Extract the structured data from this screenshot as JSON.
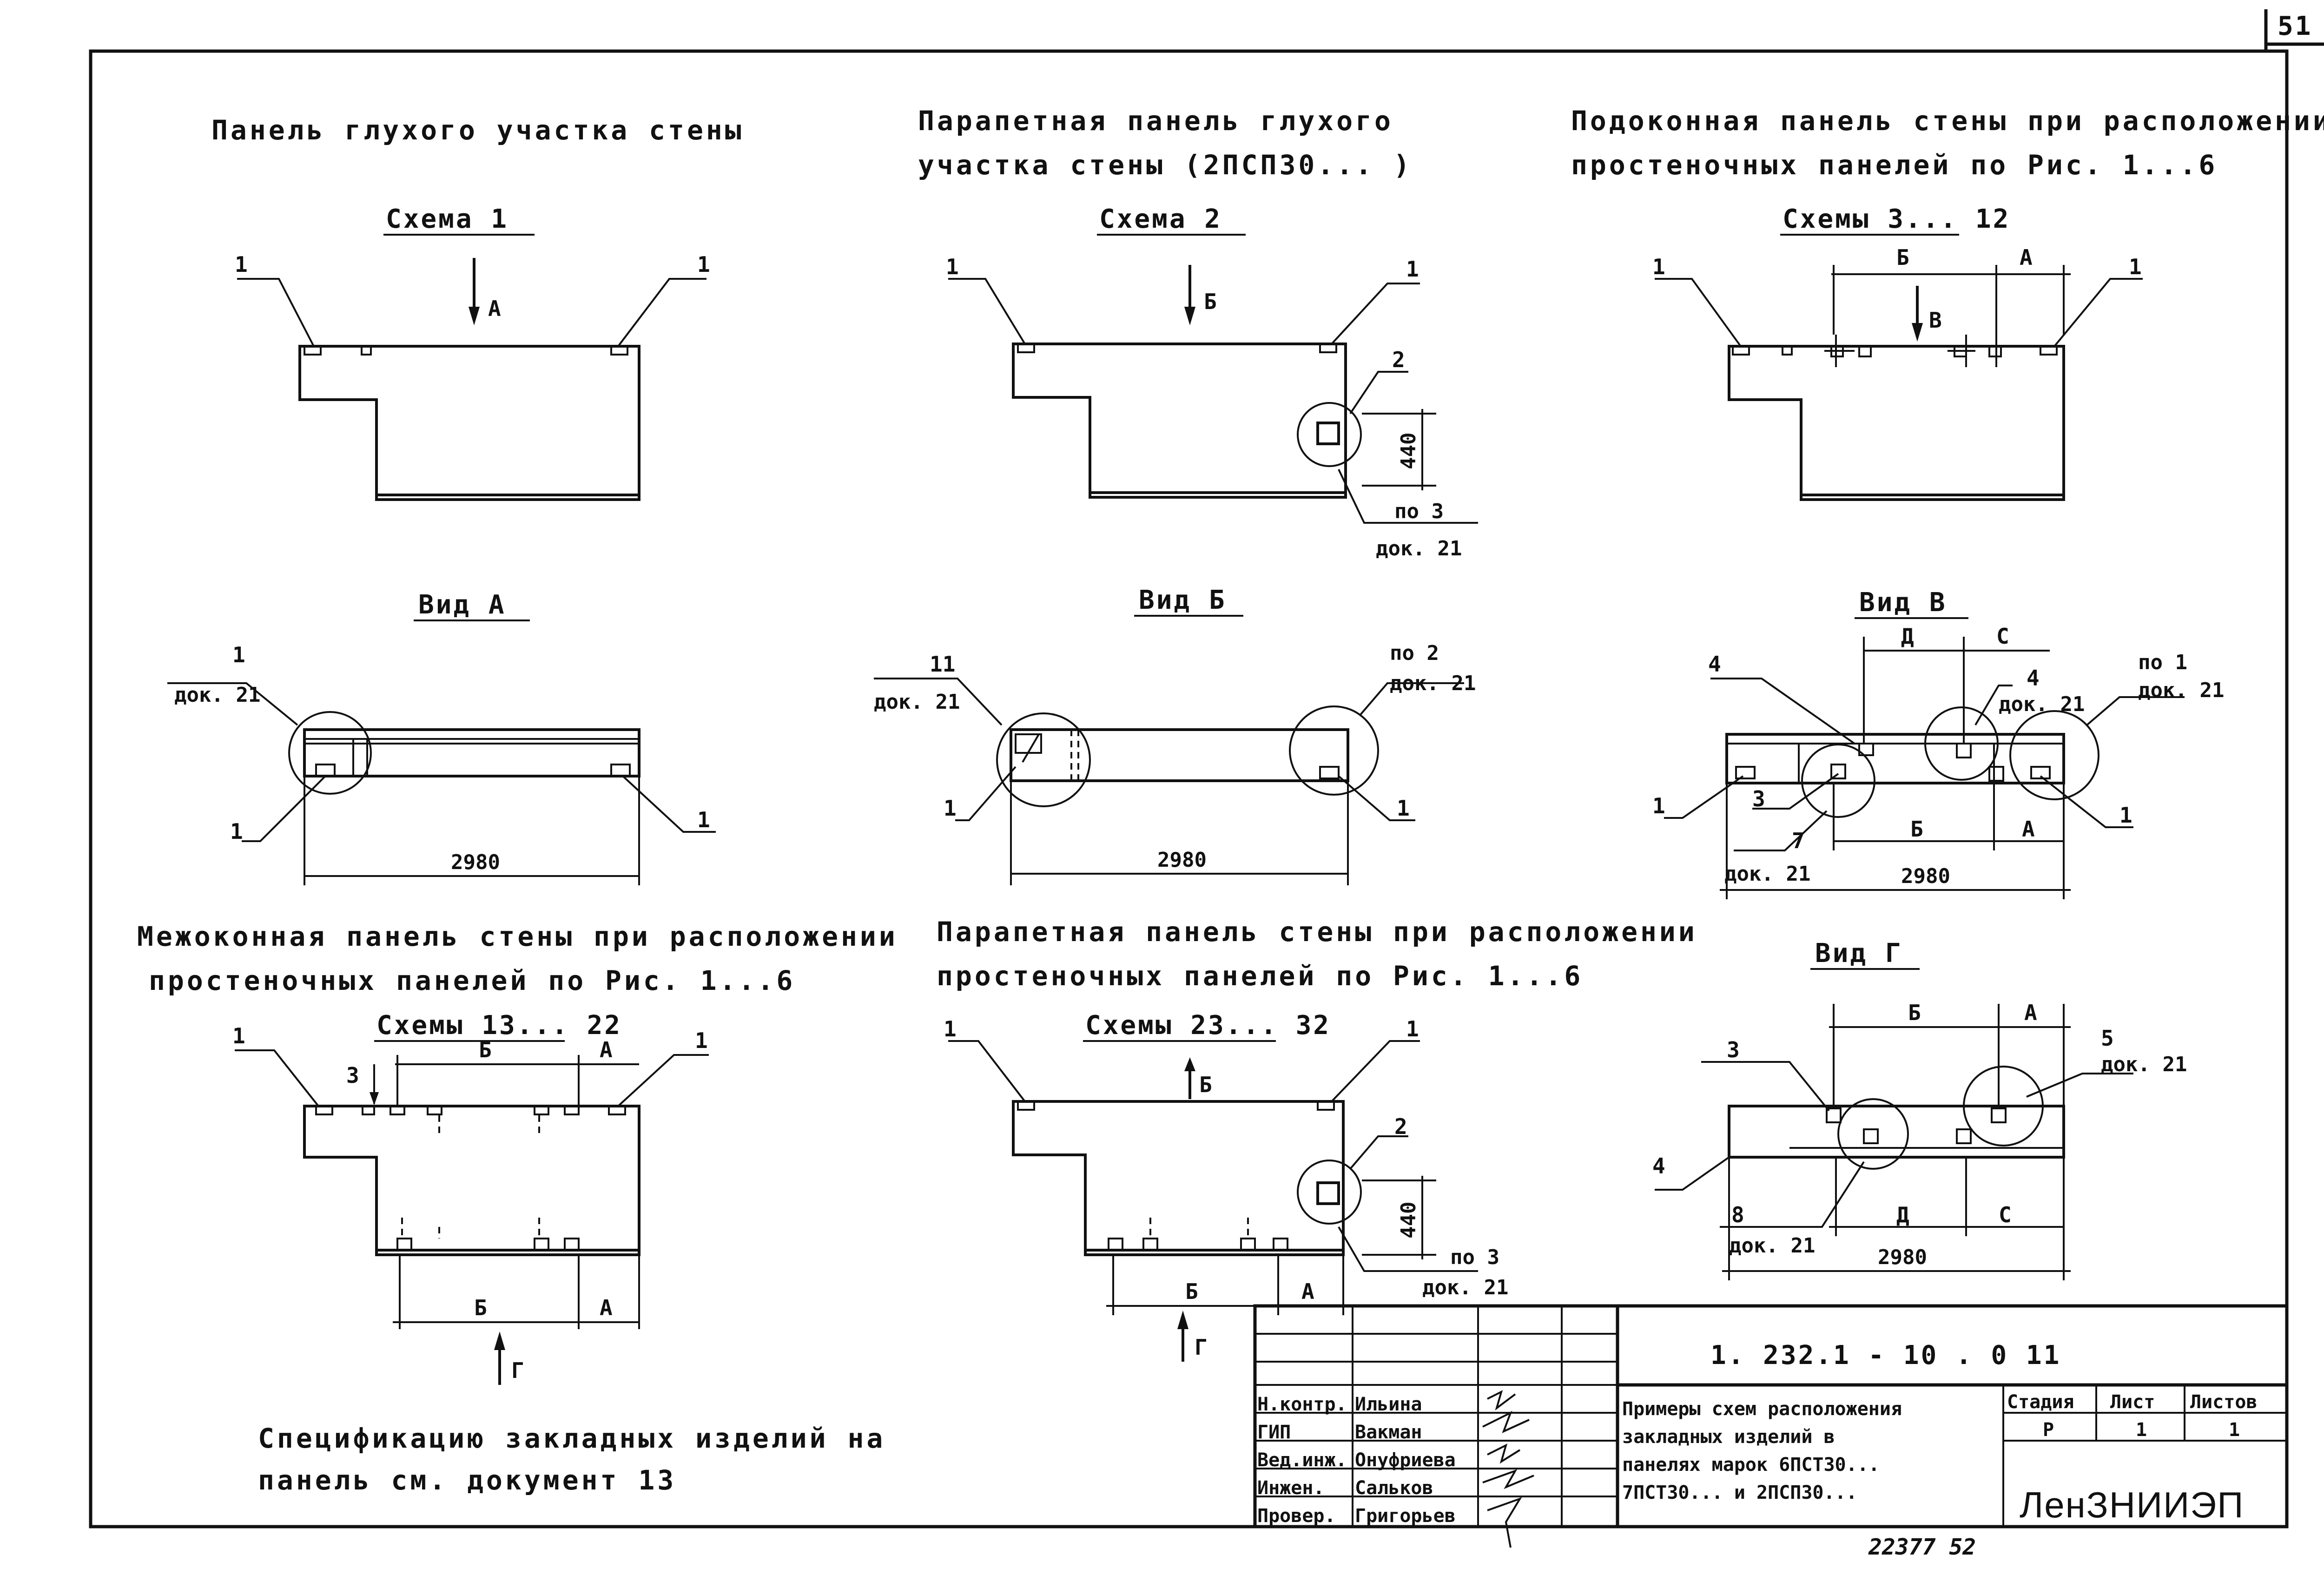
{
  "page": {
    "sheet_corner": "51",
    "footer_number": "22377   52"
  },
  "titles": {
    "t1": "Панель глухого участка стены",
    "t2_line1": "Парапетная панель глухого",
    "t2_line2": "участка стены (2ПСП30... )",
    "t3_line1": "Подоконная панель стены при расположении",
    "t3_line2": "простеночных   панелей   по  Рис. 1...6",
    "t4_line1": "Межоконная панель стены при расположении",
    "t4_line2": "простеночных   панелей   по Рис. 1...6",
    "t5_line1": "Парапетная панель стены при расположении",
    "t5_line2": "простеночных   панелей   по  Рис. 1...6"
  },
  "schemes": {
    "s1": "Схема 1",
    "s2": "Схема 2",
    "s3": "Схемы 3... 12",
    "s4": "Схемы 13... 22",
    "s5": "Схемы 23... 32"
  },
  "views": {
    "a": "Вид А",
    "b": "Вид Б",
    "v": "Вид В",
    "g": "Вид Г"
  },
  "labels": {
    "one": "1",
    "two": "2",
    "three": "3",
    "four": "4",
    "five": "5",
    "seven": "7",
    "eight": "8",
    "eleven": "11",
    "A": "А",
    "B": "Б",
    "V": "В",
    "G": "Г",
    "D": "Д",
    "C": "С",
    "dim_2980": "2980",
    "dim_440": "440",
    "po3": "по 3",
    "po1": "по 1",
    "po2": "по 2",
    "dok21": "док. 21"
  },
  "note": {
    "line1": "Спецификацию  закладных  изделий  на",
    "line2": "панель см.  документ 13"
  },
  "title_block": {
    "doc_code": "1. 232.1 - 10 . 0  11",
    "roles": [
      "Н.контр.",
      "ГИП",
      "Вед.инж.",
      "Инжен.",
      "Провер."
    ],
    "names": [
      "Ильина",
      "Вакман",
      "Онуфриева",
      "Сальков",
      "Григорьев"
    ],
    "description": [
      "Примеры схем расположения",
      "закладных изделий в",
      "панелях марок 6ПСТ30...",
      "7ПСТ30...  и 2ПСП30..."
    ],
    "stage_header": "Стадия",
    "sheet_header": "Лист",
    "sheets_header": "Листов",
    "stage": "Р",
    "sheet": "1",
    "sheets": "1",
    "org": "ЛенЗНИИЭП"
  }
}
